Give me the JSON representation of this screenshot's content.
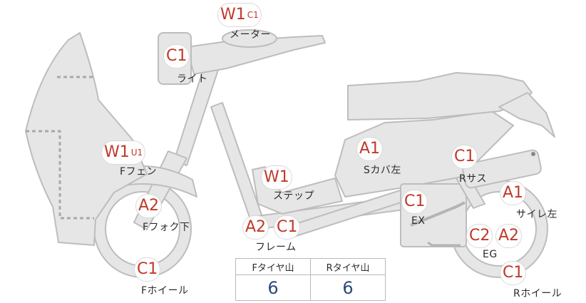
{
  "parts": {
    "meter": {
      "label": "メーター",
      "grade": "W1",
      "sub": "C1"
    },
    "light": {
      "label": "ライト",
      "grade": "C1"
    },
    "front_fender": {
      "label": "Fフェン",
      "grade": "W1",
      "sub": "U1"
    },
    "front_fork_lower": {
      "label": "Fフォク下",
      "grade": "A2"
    },
    "front_wheel": {
      "label": "Fホイール",
      "grade": "C1"
    },
    "step": {
      "label": "ステップ",
      "grade": "W1"
    },
    "frame": {
      "label": "フレーム",
      "grade": "A2",
      "grade2": "C1"
    },
    "side_cover": {
      "label": "Sカバ左",
      "grade": "A1"
    },
    "rear_suspension": {
      "label": "Rサス",
      "grade": "C1"
    },
    "exhaust": {
      "label": "EX",
      "grade": "C1"
    },
    "muffler_left": {
      "label": "サイレ左",
      "grade": "A1"
    },
    "engine": {
      "label": "EG",
      "grade": "C2",
      "grade2": "A2"
    },
    "rear_wheel": {
      "label": "Rホイール",
      "grade": "C1"
    }
  },
  "tire_tread": {
    "front_header": "Fタイヤ山",
    "rear_header": "Rタイヤ山",
    "front_value": "6",
    "rear_value": "6"
  }
}
